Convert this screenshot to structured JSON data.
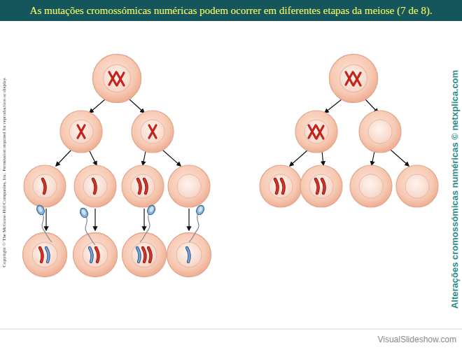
{
  "diagram": {
    "title": "As mutações cromossómicas numéricas podem ocorrer em diferentes etapas da meiose (7 de 8).",
    "labels": [
      "Copyright © The McGraw-Hill Companies, Inc. Permission required for reproduction or display.",
      "Alterações cromossómicas numéricas © netxplica.com",
      "VisualSlideshow.com"
    ]
  }
}
